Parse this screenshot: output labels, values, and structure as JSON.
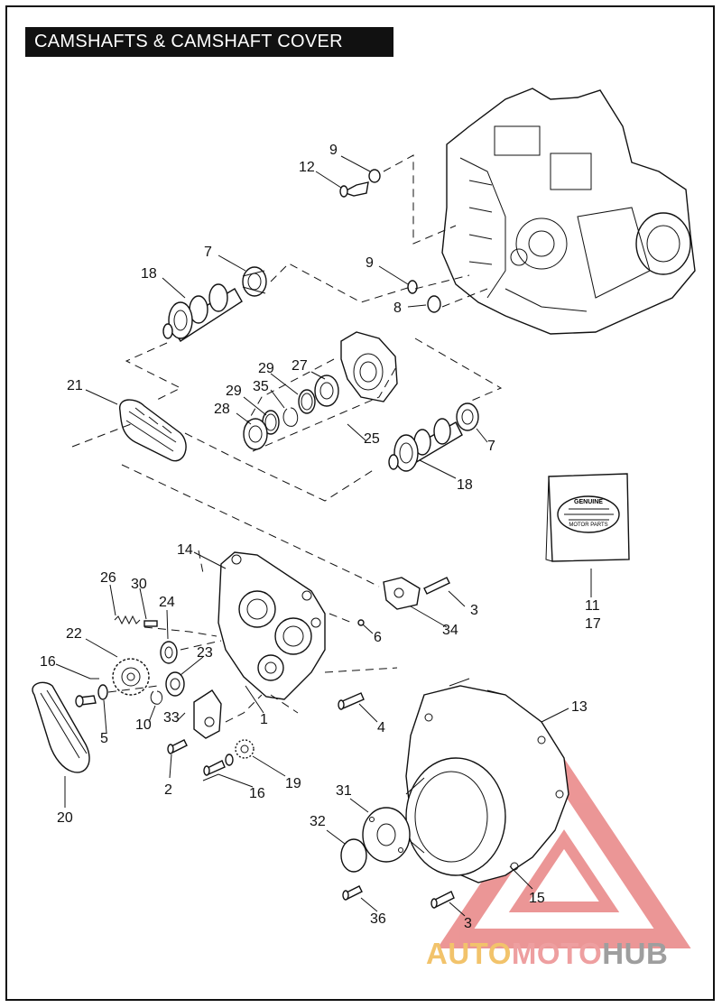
{
  "header": {
    "title": "CAMSHAFTS & CAMSHAFT COVER"
  },
  "callouts": {
    "c9a": "9",
    "c12": "12",
    "c7a": "7",
    "c18a": "18",
    "c9b": "9",
    "c8": "8",
    "c29a": "29",
    "c27": "27",
    "c21": "21",
    "c29b": "29",
    "c35": "35",
    "c28": "28",
    "c25": "25",
    "c7b": "7",
    "c18b": "18",
    "c14": "14",
    "c26": "26",
    "c30": "30",
    "c24": "24",
    "c22": "22",
    "c23": "23",
    "c16a": "16",
    "c3a": "3",
    "c34": "34",
    "c6": "6",
    "c11": "11",
    "c17": "17",
    "c1": "1",
    "c10": "10",
    "c33": "33",
    "c5": "5",
    "c4": "4",
    "c13": "13",
    "c2": "2",
    "c19": "19",
    "c16b": "16",
    "c20": "20",
    "c31": "31",
    "c32": "32",
    "c15": "15",
    "c36": "36",
    "c3b": "3"
  },
  "watermark": {
    "part1": "AUTO",
    "part2": "MOTO",
    "part3": "HUB",
    "colors": {
      "auto": "#f2c36b",
      "moto": "#ee9fa0",
      "hub": "#9e9e9e",
      "triangle": "#e57373"
    }
  },
  "package_label": {
    "line1": "GENUINE",
    "line2": "MOTOR PARTS"
  }
}
